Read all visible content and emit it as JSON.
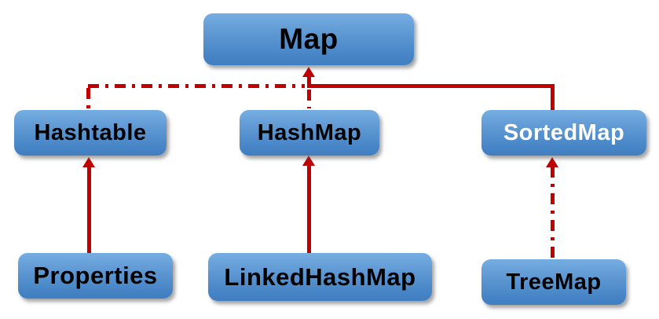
{
  "diagram": {
    "nodes": {
      "map": {
        "label": "Map"
      },
      "hashtable": {
        "label": "Hashtable"
      },
      "hashmap": {
        "label": "HashMap"
      },
      "sortedmap": {
        "label": "SortedMap"
      },
      "properties": {
        "label": "Properties"
      },
      "linkedhashmap": {
        "label": "LinkedHashMap"
      },
      "treemap": {
        "label": "TreeMap"
      }
    },
    "edges": [
      {
        "from": "Hashtable",
        "to": "Map",
        "style": "dash-dot",
        "direction": "up"
      },
      {
        "from": "HashMap",
        "to": "Map",
        "style": "dash-dot",
        "direction": "up"
      },
      {
        "from": "SortedMap",
        "to": "Map",
        "style": "solid",
        "direction": "up"
      },
      {
        "from": "Properties",
        "to": "Hashtable",
        "style": "solid",
        "direction": "up"
      },
      {
        "from": "LinkedHashMap",
        "to": "HashMap",
        "style": "solid",
        "direction": "up"
      },
      {
        "from": "TreeMap",
        "to": "SortedMap",
        "style": "dash-dot",
        "direction": "up"
      }
    ],
    "colors": {
      "node_fill_top": "#76aee1",
      "node_fill_bottom": "#3f7ec0",
      "edge": "#c00000",
      "label_dark": "#000000",
      "label_light": "#ffffff",
      "background": "#ffffff"
    }
  }
}
